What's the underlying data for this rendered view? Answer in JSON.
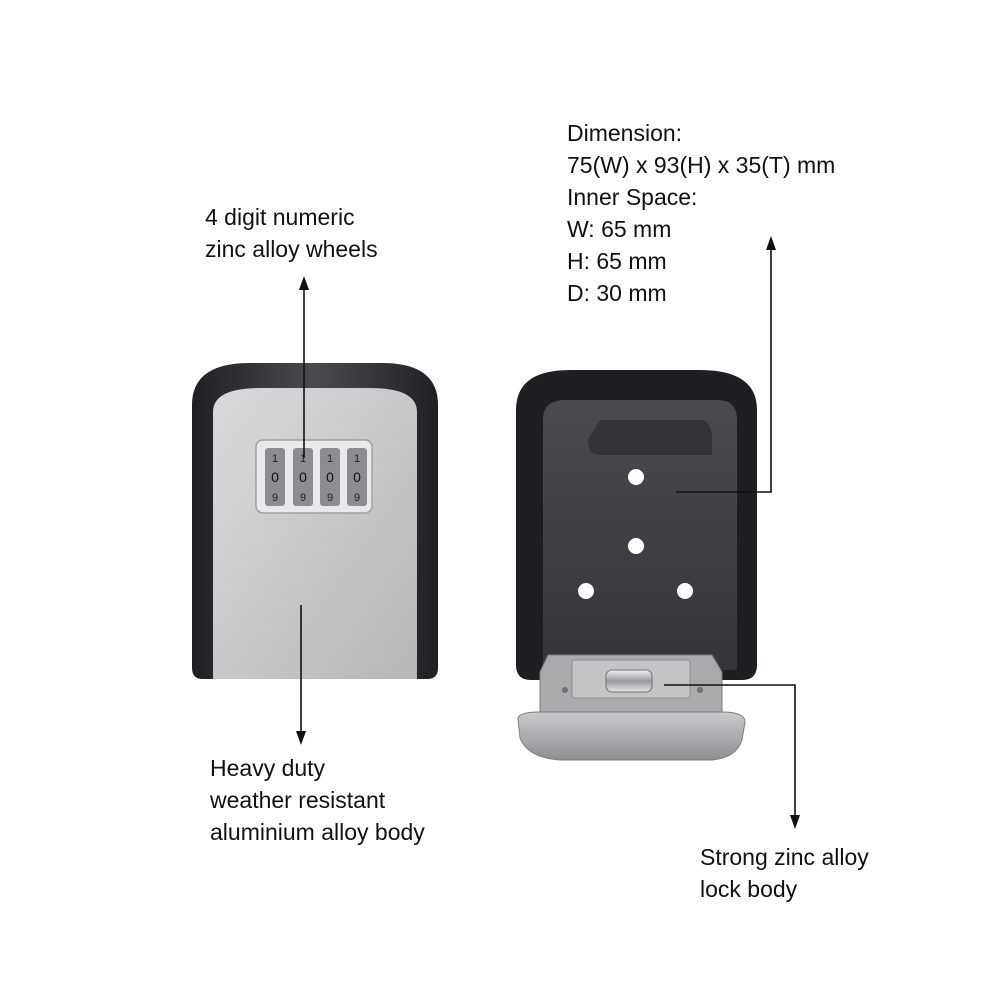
{
  "annotations": {
    "wheels": [
      "4 digit numeric",
      "zinc alloy wheels"
    ],
    "dimension": [
      "Dimension:",
      "75(W) x 93(H) x 35(T) mm",
      "Inner Space:",
      "W: 65 mm",
      "H: 65 mm",
      "D: 30 mm"
    ],
    "body": [
      "Heavy duty",
      "weather resistant",
      "aluminium alloy body"
    ],
    "lock": [
      "Strong zinc alloy",
      "lock body"
    ]
  },
  "dial_digits": [
    "1",
    "0",
    "9",
    "1",
    "0",
    "9",
    "1",
    "0",
    "9",
    "1",
    "0",
    "9"
  ],
  "colors": {
    "shell": "#2e2f33",
    "front_panel": "#c6c7c9",
    "inner": "#3a3b3f",
    "lock_body": "#a9aaac",
    "arrow": "#111111"
  }
}
